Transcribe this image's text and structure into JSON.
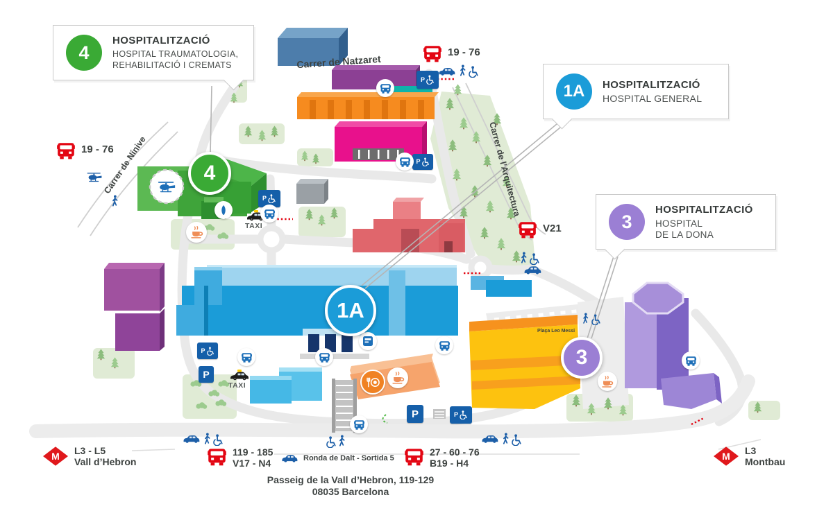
{
  "callouts": {
    "c4": {
      "badge": "4",
      "title": "HOSPITALITZACIÓ",
      "line1": "HOSPITAL TRAUMATOLOGIA,",
      "line2": "REHABILITACIÓ I CREMATS"
    },
    "c1a": {
      "badge": "1A",
      "title": "HOSPITALITZACIÓ",
      "line1": "HOSPITAL GENERAL"
    },
    "c3": {
      "badge": "3",
      "title": "HOSPITALITZACIÓ",
      "line1": "HOSPITAL",
      "line2": "DE LA DONA"
    }
  },
  "streets": {
    "natzaret": "Carrer de Natzaret",
    "ninive": "Carrer de Nínive",
    "arquitectura": "Carrer de l’Arquitectura",
    "placa": "Plaça Leo Messi"
  },
  "transit": {
    "metro_logo": "M",
    "bus_top": "19 - 76",
    "bus_west": "19 - 76",
    "bus_v21": "V21",
    "bus_sw_line1": "119 - 185",
    "bus_sw_line2": "V17 - N4",
    "bus_se_line1": "27 - 60 - 76",
    "bus_se_line2": "B19 - H4",
    "metro_west_lines": "L3 - L5",
    "metro_west_station": "Vall d’Hebron",
    "metro_east_lines": "L3",
    "metro_east_station": "Montbau",
    "road_exit": "Ronda de Dalt - Sortida 5",
    "taxi": "TAXI",
    "parking": "P"
  },
  "address": {
    "line1": "Passeig de la Vall d’Hebron, 119-129",
    "line2": "08035 Barcelona"
  },
  "colors": {
    "hospital_4_green": "#3aaa35",
    "hospital_1a_blue": "#1b9cd8",
    "hospital_3_purple": "#9b7fd4",
    "bus_red": "#e30613",
    "metro_red": "#e0181c",
    "transit_blue": "#1d5fa8",
    "parking_blue": "#155fa9"
  },
  "icons": {
    "bus": "bus-front-shape",
    "metro": "red-diamond-M",
    "car": "car-side-shape",
    "pedestrian": "walking-figure",
    "wheelchair": "wheelchair-figure",
    "taxi": "black-yellow-taxi-car",
    "parking": "white-P-on-blue-square",
    "helipad": "helicopter-in-dashed-circle",
    "chapel": "praying-hands-circle",
    "cafeteria": "coffee-cup-circle",
    "restaurant": "fork-and-plate-circle",
    "ticket-machine": "machine-in-circle"
  }
}
